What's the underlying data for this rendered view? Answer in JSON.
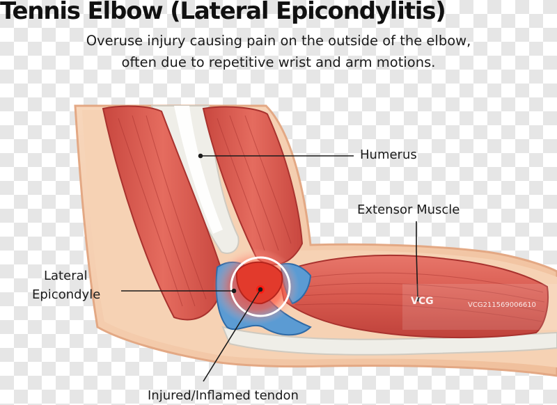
{
  "title": "Tennis Elbow (Lateral Epicondylitis)",
  "subtitle_line1": "Overuse injury causing pain on the outside of the elbow,",
  "subtitle_line2": "often due to repetitive wrist and arm motions.",
  "labels": {
    "humerus": "Humerus",
    "extensor_muscle": "Extensor Muscle",
    "lateral_epicondyle_line1": "Lateral",
    "lateral_epicondyle_line2": "Epicondyle",
    "injured_tendon": "Injured/Inflamed tendon"
  },
  "watermark": {
    "logo": "VCG",
    "id": "VCG211569006610"
  },
  "colors": {
    "skin": "#f4c9a6",
    "skin_edge": "#e3a884",
    "muscle": "#d8574d",
    "muscle_dark": "#b23a35",
    "bone": "#ecebe4",
    "tendon": "#4e8fc9",
    "inflammation": "#ff3b2f"
  }
}
